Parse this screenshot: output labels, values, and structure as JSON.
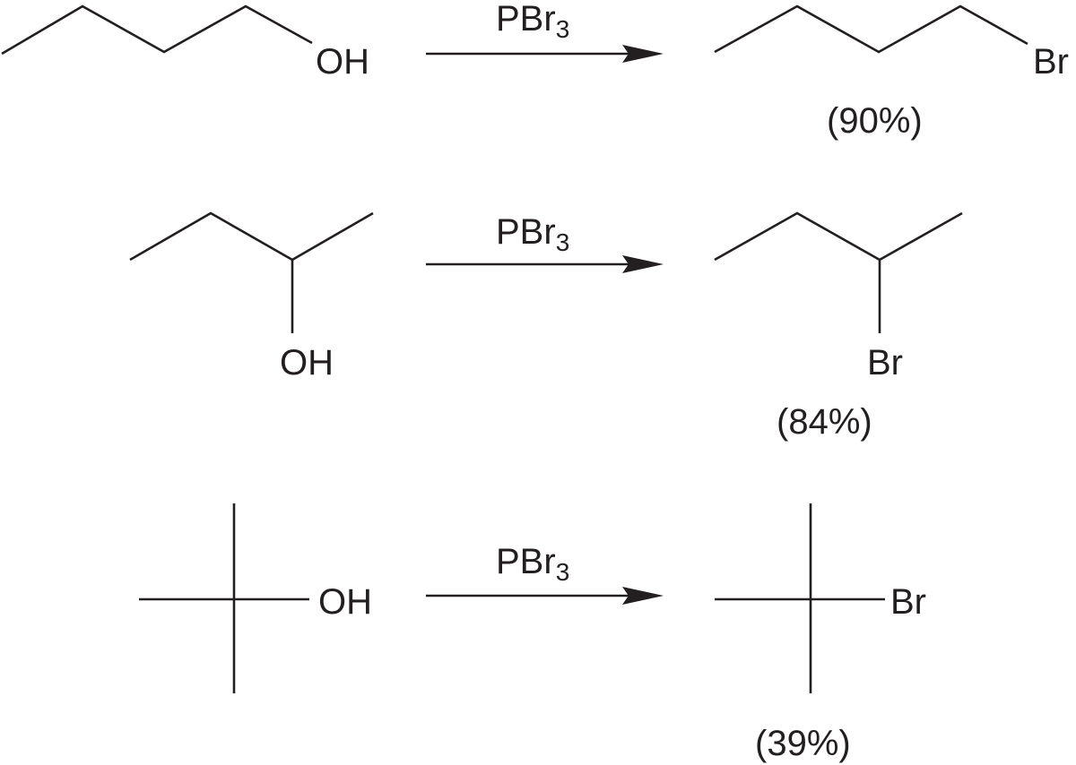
{
  "reactions": [
    {
      "reactant_label": "OH",
      "reagent": {
        "main": "PBr",
        "subscript": "3"
      },
      "product_label": "Br",
      "yield": "(90%)"
    },
    {
      "reactant_label": "OH",
      "reagent": {
        "main": "PBr",
        "subscript": "3"
      },
      "product_label": "Br",
      "yield": "(84%)"
    },
    {
      "reactant_label": "OH",
      "reagent": {
        "main": "PBr",
        "subscript": "3"
      },
      "product_label": "Br",
      "yield": "(39%)"
    }
  ],
  "colors": {
    "ink": "#231f20",
    "background": "#ffffff"
  }
}
